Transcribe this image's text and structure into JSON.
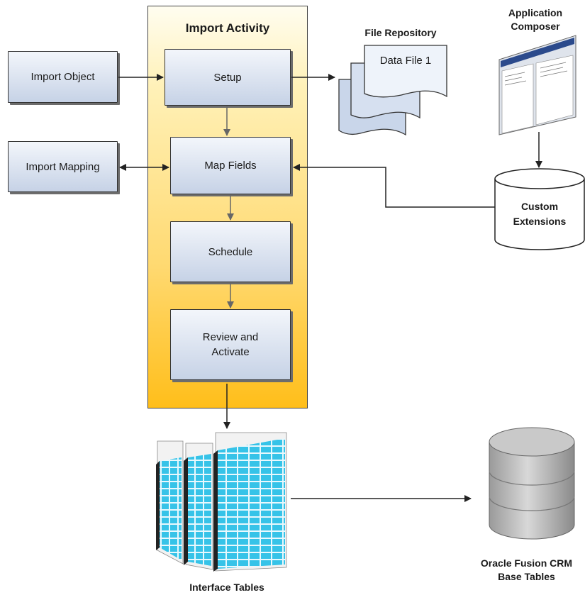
{
  "import_activity": {
    "title": "Import Activity",
    "steps": [
      {
        "label": "Setup"
      },
      {
        "label": "Map Fields"
      },
      {
        "label": "Schedule"
      },
      {
        "label": "Review and\nActivate"
      }
    ]
  },
  "import_object": {
    "label": "Import Object"
  },
  "import_mapping": {
    "label": "Import Mapping"
  },
  "file_repository": {
    "title": "File Repository",
    "file_label": "Data File 1"
  },
  "application_composer": {
    "title": "Application\nComposer"
  },
  "custom_extensions": {
    "label": "Custom\nExtensions"
  },
  "interface_tables": {
    "label": "Interface Tables"
  },
  "base_tables": {
    "label": "Oracle Fusion CRM\nBase Tables"
  },
  "colors": {
    "activity_top": "#fffdf0",
    "activity_bottom": "#ffbe1a",
    "box_top": "#f3f6fb",
    "box_bottom": "#c6d2e6",
    "table_cell": "#36c3e8"
  }
}
